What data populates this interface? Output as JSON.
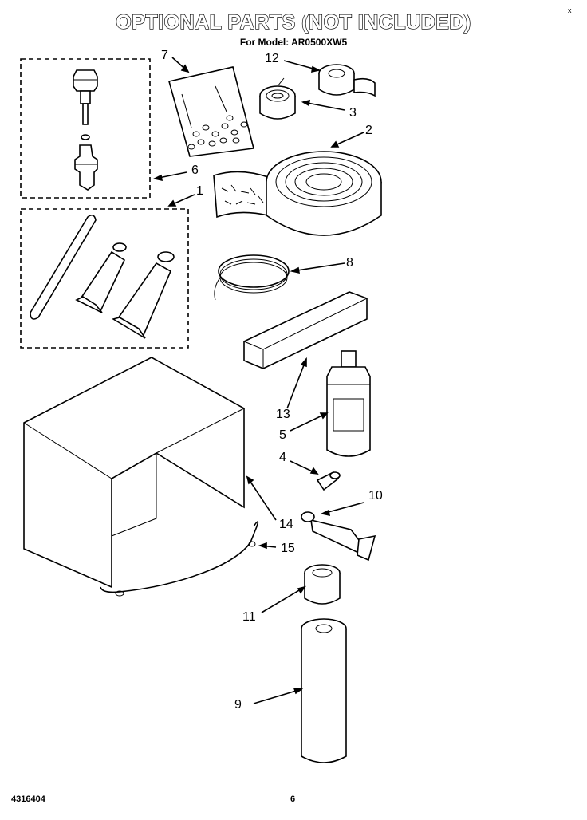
{
  "header": {
    "title": "OPTIONAL PARTS (NOT INCLUDED)",
    "subtitle": "For Model: AR0500XW5",
    "corner_mark": "x"
  },
  "callouts": [
    "1",
    "2",
    "3",
    "4",
    "5",
    "6",
    "7",
    "8",
    "9",
    "10",
    "11",
    "12",
    "13",
    "14",
    "15"
  ],
  "footer": {
    "doc_number": "4316404",
    "page_number": "6"
  }
}
